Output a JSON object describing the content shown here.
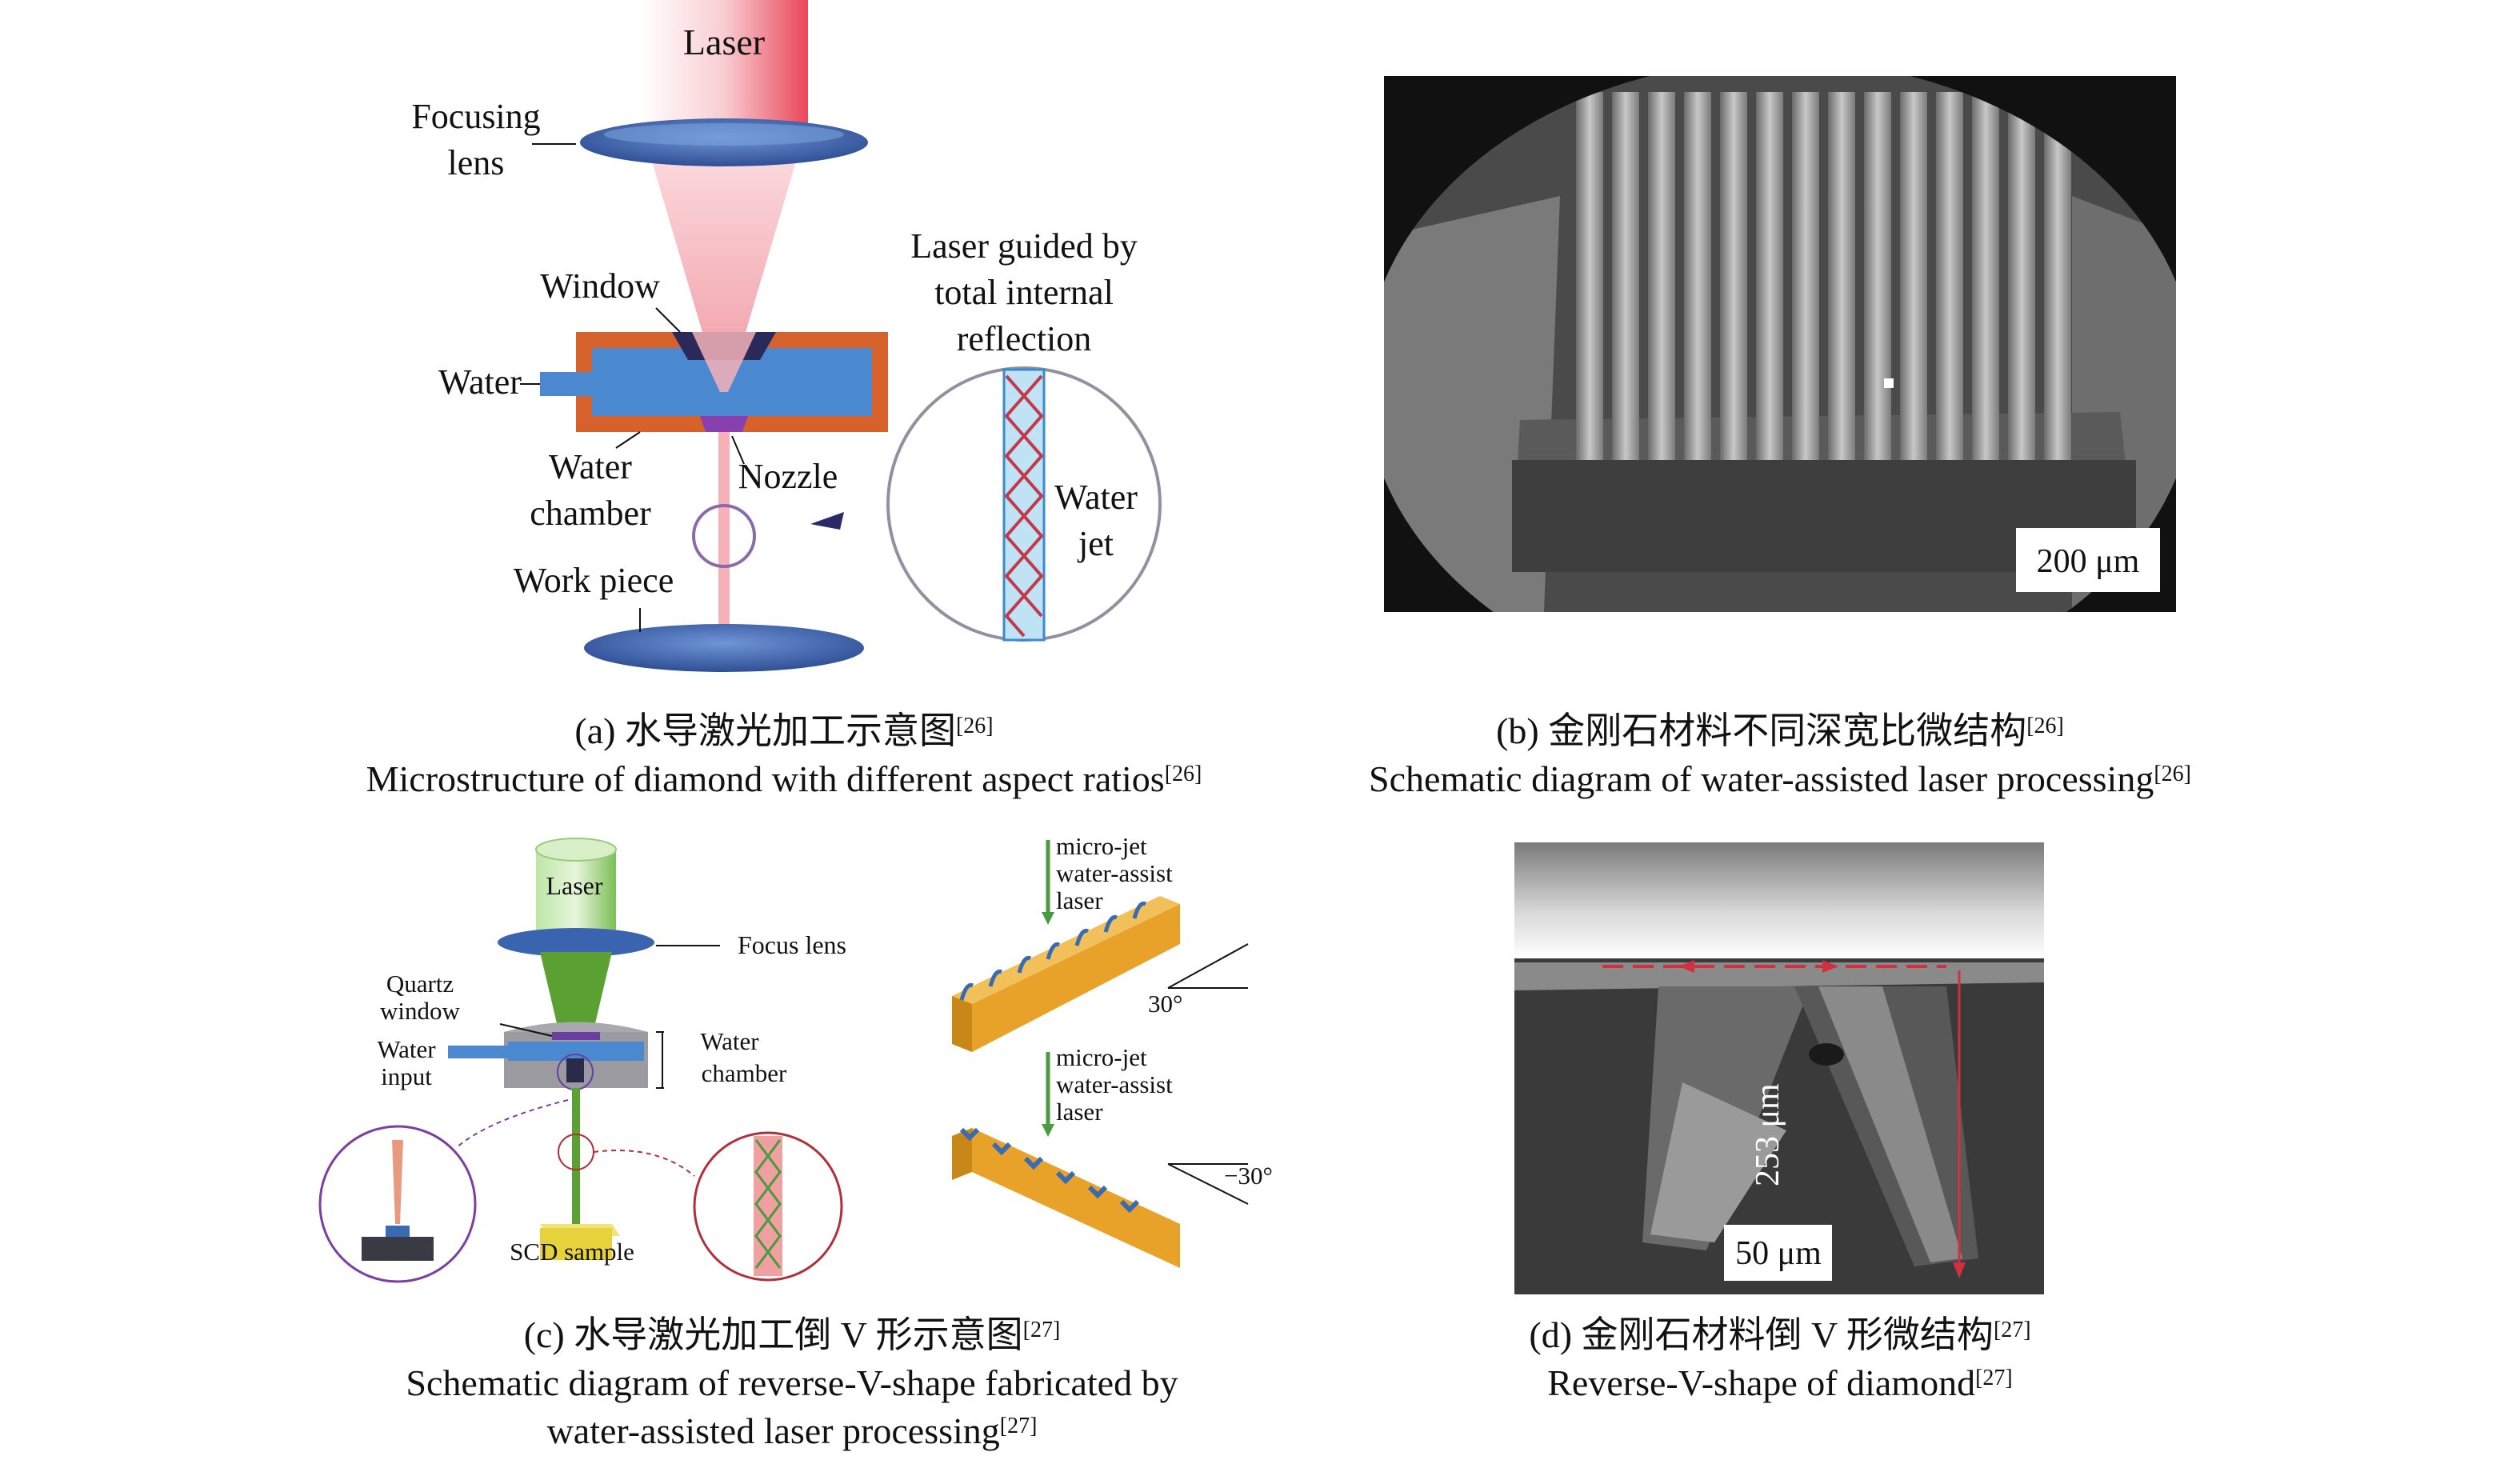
{
  "panel_a": {
    "labels": {
      "laser": "Laser",
      "focusing": "Focusing",
      "lens": "lens",
      "window": "Window",
      "water": "Water",
      "water_chamber_1": "Water",
      "water_chamber_2": "chamber",
      "nozzle": "Nozzle",
      "work_piece": "Work piece",
      "guided_1": "Laser guided by",
      "guided_2": "total internal",
      "guided_3": "reflection",
      "jet_1": "Water",
      "jet_2": "jet"
    },
    "caption_cn": "(a) 水导激光加工示意图",
    "caption_cn_ref": "[26]",
    "caption_en": "Microstructure of diamond with different aspect ratios",
    "caption_en_ref": "[26]"
  },
  "panel_b": {
    "scale_bar": "200 μm",
    "caption_cn": "(b) 金刚石材料不同深宽比微结构",
    "caption_cn_ref": "[26]",
    "caption_en": "Schematic diagram of water-assisted laser processing",
    "caption_en_ref": "[26]"
  },
  "panel_c": {
    "labels": {
      "laser": "Laser",
      "focus_lens": "Focus lens",
      "quartz_1": "Quartz",
      "quartz_2": "window",
      "water_input_1": "Water",
      "water_input_2": "input",
      "water_chamber_1": "Water",
      "water_chamber_2": "chamber",
      "scd_sample": "SCD sample",
      "microjet_1": "micro-jet",
      "microjet_2": "water-assist",
      "microjet_3": "laser",
      "angle_top": "30°",
      "angle_bottom": "−30°"
    },
    "caption_cn": "(c) 水导激光加工倒 V 形示意图",
    "caption_cn_ref": "[27]",
    "caption_en_1": "Schematic diagram of reverse-V-shape fabricated by",
    "caption_en_2": "water-assisted laser processing",
    "caption_en_ref": "[27]"
  },
  "panel_d": {
    "depth_label": "253 μm",
    "scale_bar": "50 μm",
    "caption_cn": "(d) 金刚石材料倒 V 形微结构",
    "caption_cn_ref": "[27]",
    "caption_en": "Reverse-V-shape of diamond",
    "caption_en_ref": "[27]"
  },
  "colors": {
    "lens_blue": "#3a63b0",
    "laser_pink": "#f4b2b8",
    "chamber_orange": "#d7612a",
    "water_blue": "#4a88d0",
    "laser_green": "#5aa032",
    "sample_yellow": "#e6d23a",
    "bar_orange": "#e8a22a",
    "callout_purple": "#7a3fa0",
    "callout_red": "#b0303a",
    "sem_dark": "#2a2a2a"
  }
}
